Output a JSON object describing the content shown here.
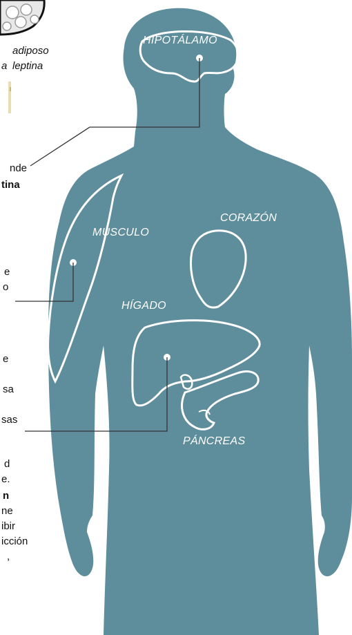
{
  "colors": {
    "body_fill": "#5e8d9b",
    "organ_outline": "#ffffff",
    "leader_line": "#333333",
    "text": "#111111"
  },
  "organs": {
    "hypothalamus": "HIPOTÁLAMO",
    "heart": "CORAZÓN",
    "muscle": "MÚSCULO",
    "liver": "HÍGADO",
    "pancreas": "PÁNCREAS"
  },
  "caption_top": {
    "line1": "adiposo",
    "line2_part1": "a",
    "line2_part2": "leptina"
  },
  "side_text": {
    "hypothalamus_line1": "nde",
    "hypothalamus_line2": "tina",
    "muscle_line1": "e",
    "muscle_line2": "o",
    "liver_line1": "e",
    "liver_line2": "sa",
    "liver_line3": "sas",
    "pancreas_line1": "d",
    "pancreas_line2": "e.",
    "pancreas_line3": "n",
    "pancreas_line4": "ne",
    "pancreas_line5": "ibir",
    "pancreas_line6": "icción",
    "pancreas_line7": ","
  }
}
